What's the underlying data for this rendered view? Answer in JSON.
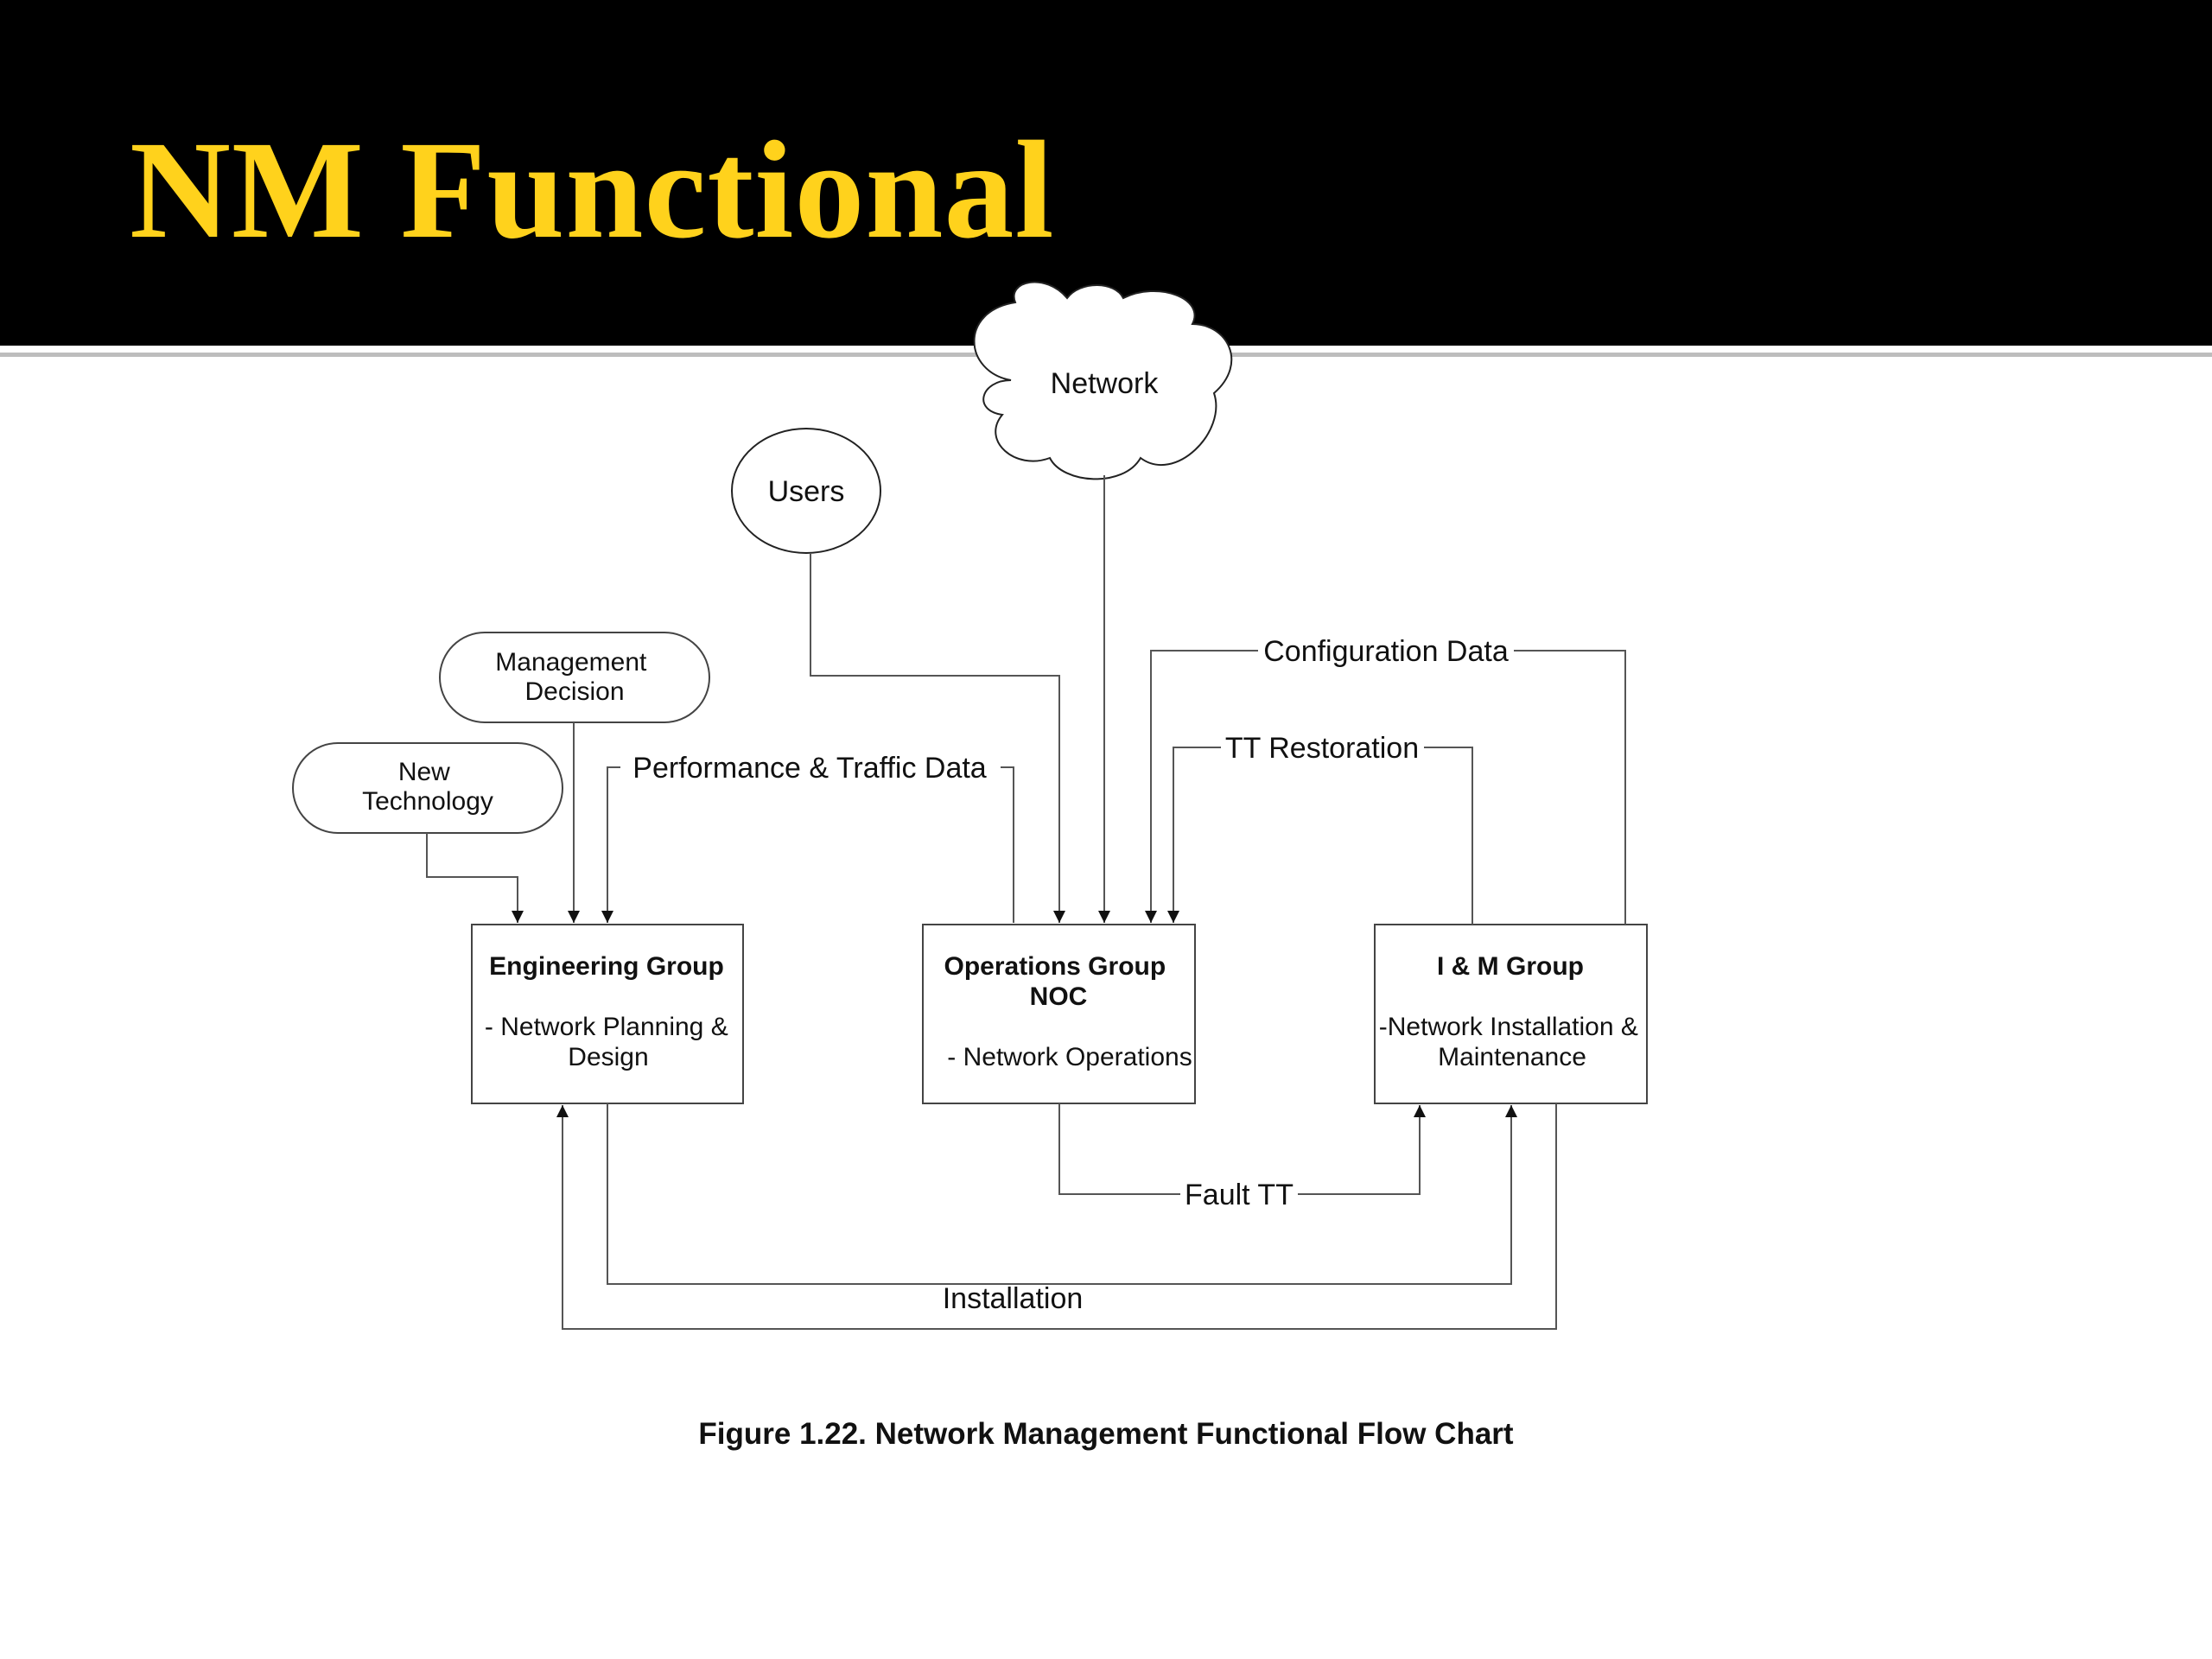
{
  "slide": {
    "title": "NM Functional",
    "accent_color": "#ffd21c",
    "header_color": "#000000"
  },
  "diagram": {
    "network": "Network",
    "users": "Users",
    "management": [
      "Management",
      "Decision"
    ],
    "new_technology": [
      "New",
      "Technology"
    ],
    "engineering": {
      "title": "Engineering Group",
      "body": [
        "- Network Planning &",
        "Design"
      ]
    },
    "operations": {
      "title": [
        "Operations Group",
        "NOC"
      ],
      "body": "- Network Operations"
    },
    "im": {
      "title": "I & M Group",
      "body": [
        "-Network Installation &",
        "Maintenance"
      ]
    },
    "edges": {
      "performance": "Performance & Traffic Data",
      "configuration": "Configuration Data",
      "tt_restoration": "TT Restoration",
      "fault_tt": "Fault TT",
      "installation": "Installation"
    }
  },
  "caption": "Figure 1.22. Network Management Functional Flow Chart"
}
